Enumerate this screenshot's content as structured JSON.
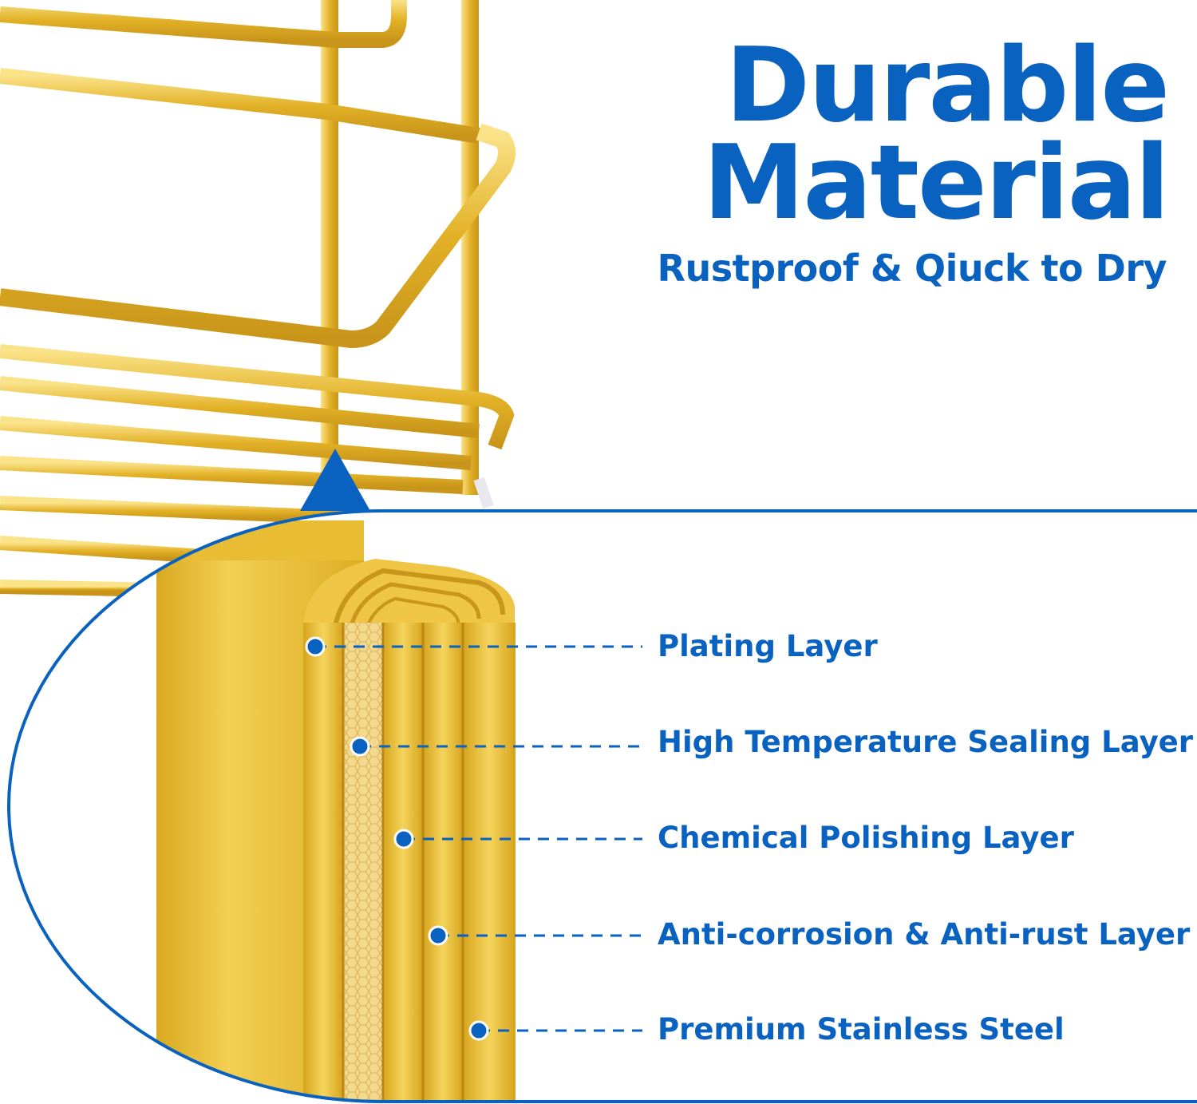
{
  "headline": {
    "line1": "Durable",
    "line2": "Material",
    "subtitle": "Rustproof & Qiuck to Dry"
  },
  "layers": [
    {
      "label": "Plating Layer"
    },
    {
      "label": "High Temperature Sealing Layer"
    },
    {
      "label": "Chemical Polishing Layer"
    },
    {
      "label": "Anti-corrosion & Anti-rust Layer"
    },
    {
      "label": "Premium Stainless Steel"
    }
  ],
  "colors": {
    "brand_blue": "#0a62c0",
    "gold": "#e8bb2a",
    "gold_light": "#f7dc7a",
    "background": "#ffffff"
  },
  "icons": [
    "pointer-arrow-icon",
    "layer-marker-dot-icon"
  ]
}
